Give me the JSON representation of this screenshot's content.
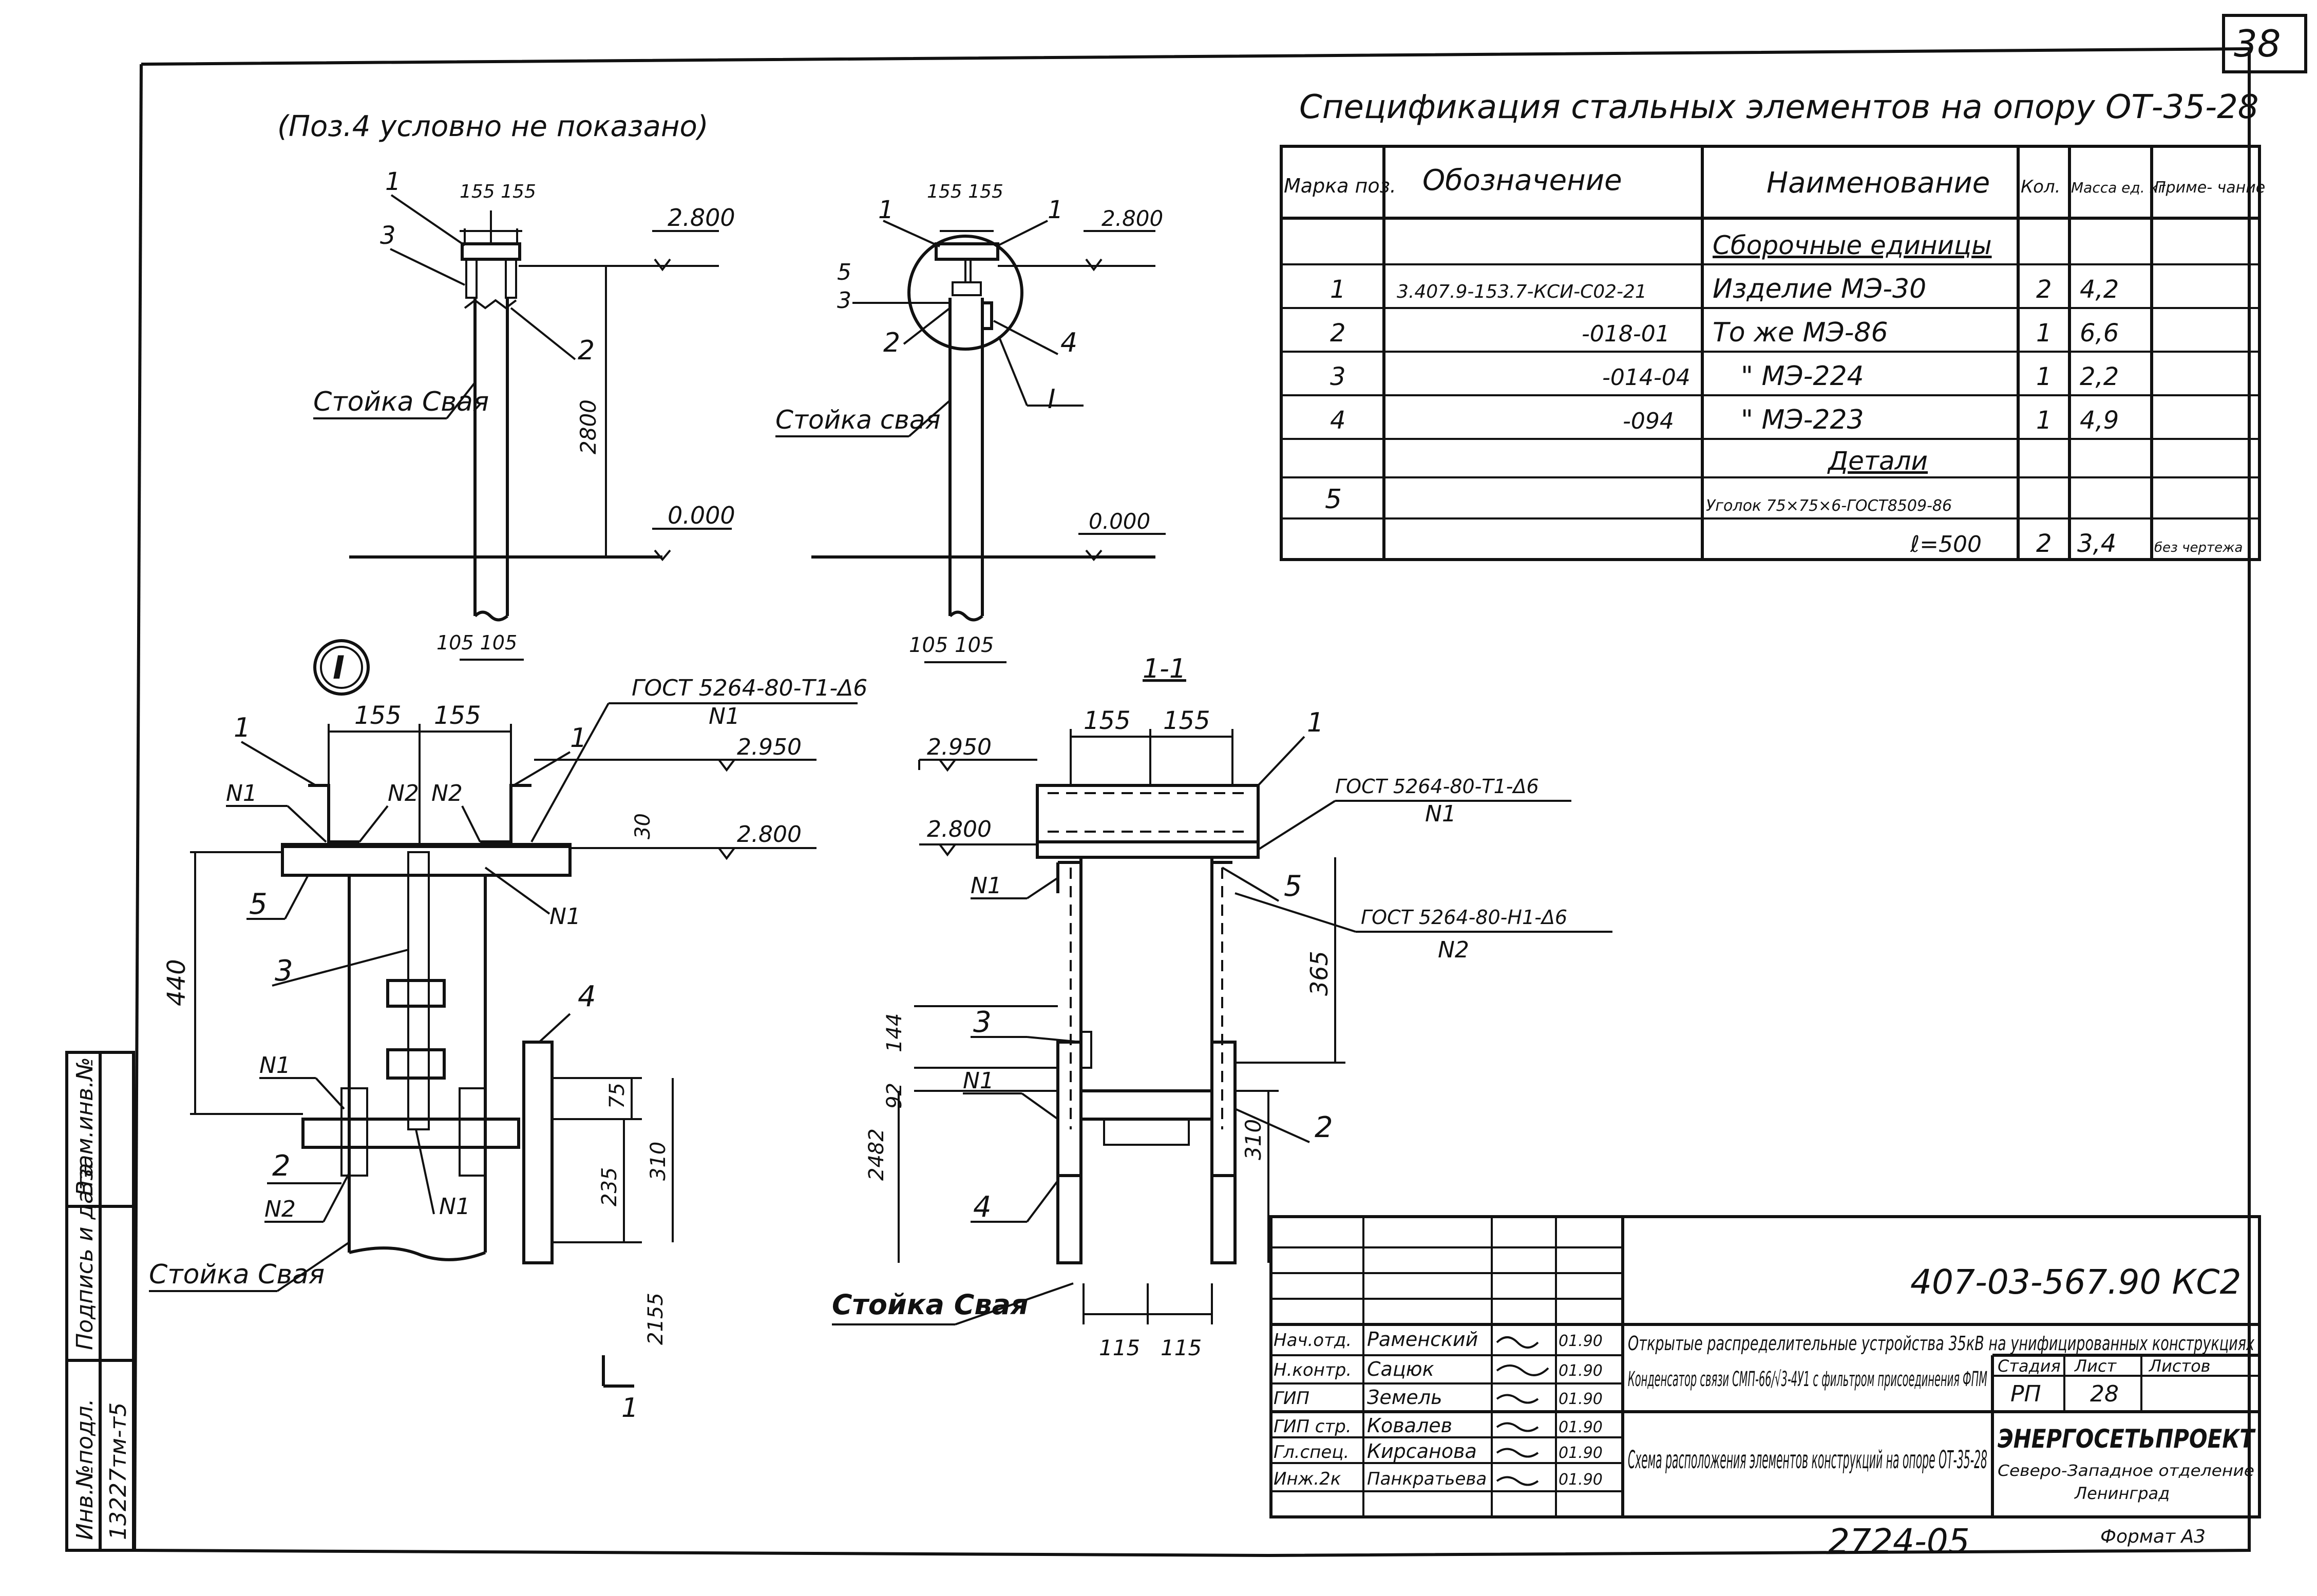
{
  "sheet_number": "38",
  "note": "(Поз.4 условно не показано)",
  "spec": {
    "title": "Спецификация стальных элементов на опору ОТ-35-28",
    "headers": [
      "Марка поз.",
      "Обозначение",
      "Наименование",
      "Кол.",
      "Масса ед. кг",
      "Приме- чание"
    ],
    "section_assembly": "Сборочные единицы",
    "section_details": "Детали",
    "rows": [
      {
        "pos": "1",
        "designation": "3.407.9-153.7-КСИ-С02-21",
        "name": "Изделие МЭ-30",
        "qty": "2",
        "mass": "4,2",
        "note": ""
      },
      {
        "pos": "2",
        "designation": "-018-01",
        "name": "То же МЭ-86",
        "qty": "1",
        "mass": "6,6",
        "note": ""
      },
      {
        "pos": "3",
        "designation": "-014-04",
        "name": "\"    МЭ-224",
        "qty": "1",
        "mass": "2,2",
        "note": ""
      },
      {
        "pos": "4",
        "designation": "-094",
        "name": "\"    МЭ-223",
        "qty": "1",
        "mass": "4,9",
        "note": ""
      }
    ],
    "detail_row": {
      "pos": "5",
      "name": "Уголок 75×75×6-ГОСТ8509-86",
      "length": "ℓ=500",
      "qty": "2",
      "mass": "3,4",
      "note": "без чертежа"
    }
  },
  "views": {
    "left": {
      "dim_top": "155 155",
      "level_top": "2.800",
      "level_ground": "0.000",
      "height": "2800",
      "label": "Стойка Свая",
      "dim_bottom": "105  105",
      "callouts": [
        "1",
        "3",
        "2"
      ]
    },
    "middle": {
      "dim_top": "155 155",
      "level_top": "2.800",
      "level_ground": "0.000",
      "label": "Стойка свая",
      "dim_bottom": "105  105",
      "callouts": [
        "1",
        "1",
        "5",
        "3",
        "2",
        "4",
        "I"
      ]
    }
  },
  "detail_I": {
    "marker": "I",
    "gost1": "ГОСТ 5264-80-Т1-Δ6",
    "weld1": "N1",
    "weld2": "N2",
    "levels": [
      "2.950",
      "2.800"
    ],
    "dims": [
      "155",
      "155",
      "30",
      "440",
      "75",
      "235",
      "310",
      "2155"
    ],
    "label": "Стойка Свая",
    "section_mark": "1"
  },
  "section_1_1": {
    "title": "1-1",
    "levels": [
      "2.950",
      "2.800"
    ],
    "gost1": "ГОСТ 5264-80-Т1-Δ6",
    "gost2": "ГОСТ 5264-80-Н1-Δ6",
    "dims": [
      "155",
      "155",
      "365",
      "144",
      "92",
      "2482",
      "310",
      "115",
      "115"
    ],
    "label": "Стойка Свая"
  },
  "title_block": {
    "code": "407-03-567.90 КС2",
    "project": "Открытые распределительные устройства 35кВ на унифицированных конструкциях",
    "object": "Конденсатор связи СМП-66/√3-4У1 с фильтром присоединения ФПМ",
    "drawing": "Схема расположения элементов конструкций на опоре ОТ-35-28",
    "stage_h": "Стадия",
    "sheet_h": "Лист",
    "sheets_h": "Листов",
    "stage": "РП",
    "sheet": "28",
    "company": "ЭНЕРГОСЕТЬПРОЕКТ",
    "company_sub": "Северо-Западное отделение",
    "company_city": "Ленинград",
    "format": "Формат А3",
    "staff": [
      {
        "role": "Нач.отд.",
        "name": "Раменский",
        "date": "01.90"
      },
      {
        "role": "Н.контр.",
        "name": "Сацюк",
        "date": "01.90"
      },
      {
        "role": "ГИП",
        "name": "Земель",
        "date": "01.90"
      },
      {
        "role": "ГИП стр.",
        "name": "Ковалев",
        "date": "01.90"
      },
      {
        "role": "Гл.спец.",
        "name": "Кирсанова",
        "date": "01.90"
      },
      {
        "role": "Инж.2к",
        "name": "Панкратьева",
        "date": "01.90"
      }
    ]
  },
  "side_stamp": {
    "inv": "Инв.№подл.",
    "sign": "Подпись и дата",
    "replace": "Взам.инв.№",
    "number": "13227тм-т5"
  },
  "bottom_number": "2724-05"
}
